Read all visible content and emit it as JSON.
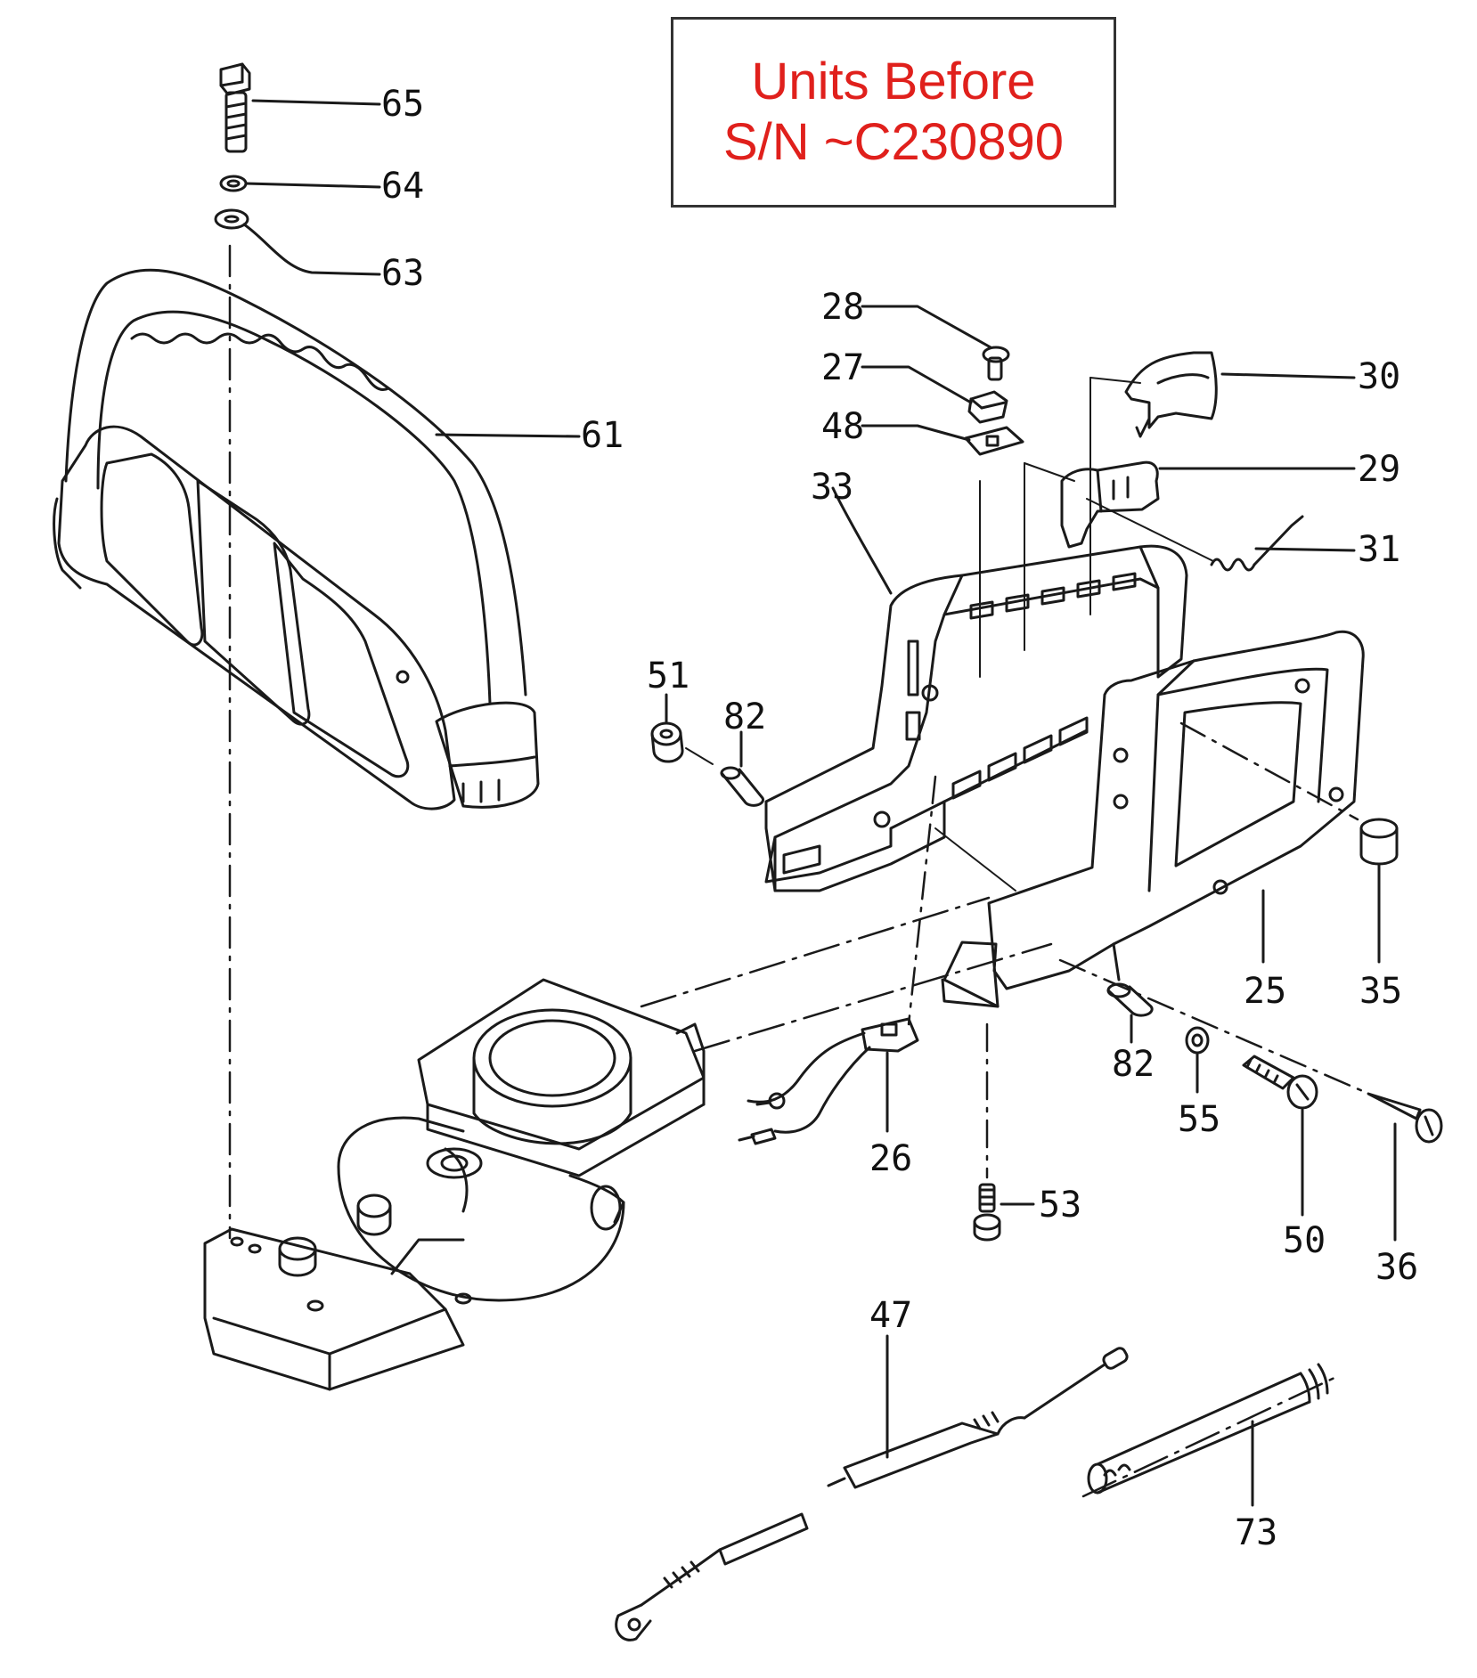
{
  "notice": {
    "line1": "Units Before",
    "line2": "S/N ~C230890",
    "color": "#e0201c"
  },
  "callouts": {
    "p65": "65",
    "p64": "64",
    "p63": "63",
    "p61": "61",
    "p28": "28",
    "p27": "27",
    "p48": "48",
    "p33": "33",
    "p30": "30",
    "p29": "29",
    "p31": "31",
    "p51": "51",
    "p82a": "82",
    "p25": "25",
    "p35": "35",
    "p82b": "82",
    "p55": "55",
    "p26": "26",
    "p53": "53",
    "p50": "50",
    "p36": "36",
    "p47": "47",
    "p73": "73"
  },
  "line_color": "#1a1a1a"
}
